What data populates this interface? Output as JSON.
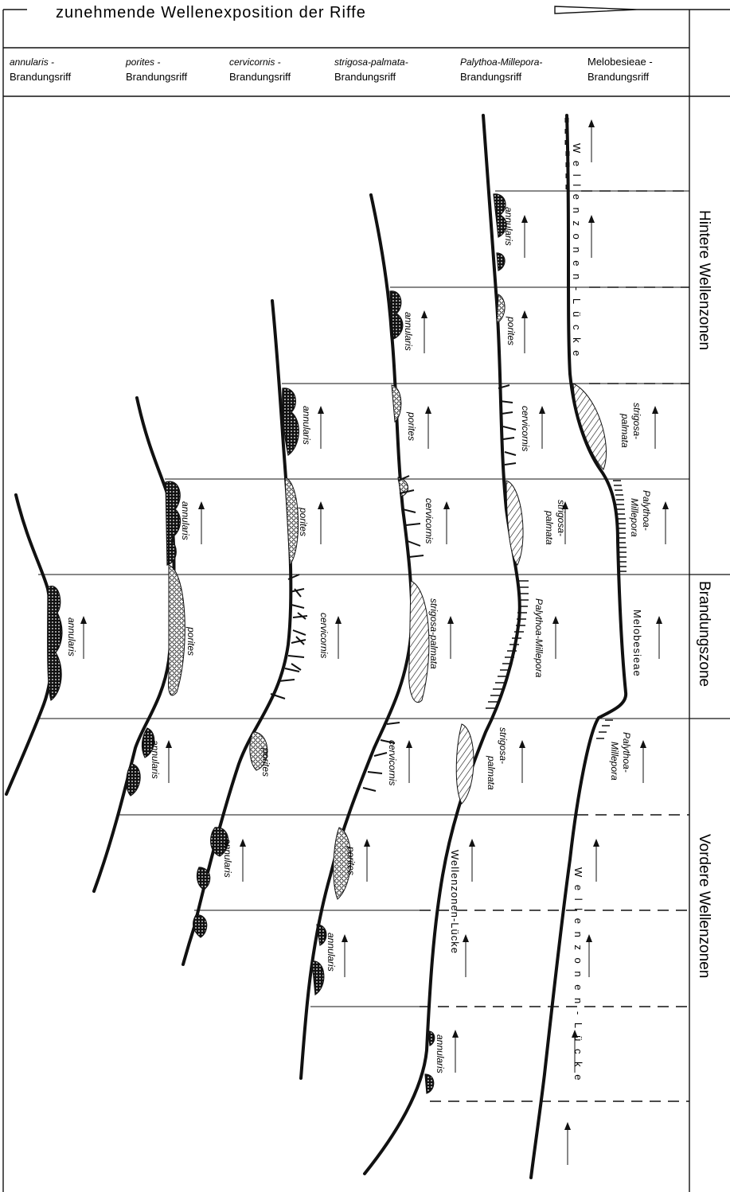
{
  "title": "zunehmende Wellenexposition der Riffe",
  "columns": [
    {
      "species": "annularis -",
      "type": "Brandungsriff"
    },
    {
      "species": "porites -",
      "type": "Brandungsriff"
    },
    {
      "species": "cervicornis -",
      "type": "Brandungsriff"
    },
    {
      "species": "strigosa-palmata-",
      "type": "Brandungsriff"
    },
    {
      "species": "Palythoa-Millepora-",
      "type": "Brandungsriff"
    },
    {
      "species": "Melobesieae -",
      "type": "Brandungsriff"
    }
  ],
  "zones": {
    "back": "Hintere Wellenzonen",
    "surf": "Brandungszone",
    "front": "Vordere Wellenzonen"
  },
  "labels": {
    "annularis": "annularis",
    "porites": "porites",
    "cervicornis": "cervicornis",
    "strigosa_palmata": "strigosa-palmata",
    "strigosa": "strigosa-",
    "palmata": "palmata",
    "palythoa_millepora": "Palythoa-Millepora",
    "palythoa": "Palythoa-",
    "millepora": "Millepora",
    "melobesieae": "Melobesieae",
    "wellenzonen_luecke": "Wellenzonen-Lücke",
    "wellenzonen_luecke_spaced": "W e l l e n z o n e n - L ü c k e"
  }
}
